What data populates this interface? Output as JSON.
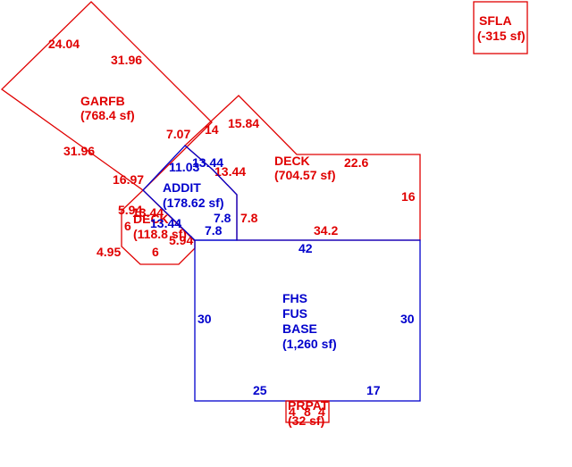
{
  "colors": {
    "red": "#e00000",
    "blue": "#0000cc",
    "background": "#ffffff"
  },
  "sfla": {
    "title": "SFLA",
    "area": "(-315 sf)"
  },
  "garfb": {
    "title": "GARFB",
    "area": "(768.4 sf)",
    "dims": [
      "24.04",
      "31.96",
      "31.96",
      "16.97",
      "7.07",
      "14"
    ]
  },
  "deck_main": {
    "title": "DECK",
    "area": "(704.57 sf)",
    "dims": [
      "15.84",
      "13.44",
      "22.6",
      "16",
      "34.2",
      "7.8"
    ]
  },
  "addit": {
    "title": "ADDIT",
    "area": "(178.62 sf)",
    "dims": [
      "11.03",
      "13.44",
      "7.8",
      "7.8",
      "13.44"
    ]
  },
  "deck_small": {
    "title": "DECK",
    "area": "(118.8 sf)",
    "dims": [
      "5.94",
      "13.44",
      "6",
      "5.94",
      "4.95",
      "6"
    ]
  },
  "fhs": {
    "line1": "FHS",
    "line2": "FUS",
    "line3": "BASE",
    "area": "(1,260 sf)",
    "dims": [
      "42",
      "30",
      "30",
      "25",
      "17"
    ]
  },
  "prpat": {
    "title": "PRPAT",
    "area": "(32 sf)",
    "dims": [
      "4",
      "8",
      "4"
    ]
  }
}
